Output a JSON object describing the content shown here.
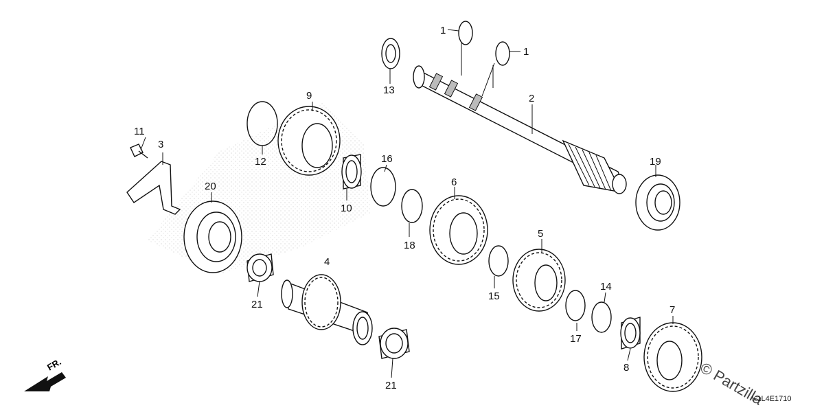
{
  "parts": [
    {
      "key": "p1a",
      "label": "1"
    },
    {
      "key": "p1b",
      "label": "1"
    },
    {
      "key": "p2",
      "label": "2"
    },
    {
      "key": "p3",
      "label": "3"
    },
    {
      "key": "p4",
      "label": "4"
    },
    {
      "key": "p5",
      "label": "5"
    },
    {
      "key": "p6",
      "label": "6"
    },
    {
      "key": "p7",
      "label": "7"
    },
    {
      "key": "p8",
      "label": "8"
    },
    {
      "key": "p9",
      "label": "9"
    },
    {
      "key": "p10",
      "label": "10"
    },
    {
      "key": "p11",
      "label": "11"
    },
    {
      "key": "p12",
      "label": "12"
    },
    {
      "key": "p13",
      "label": "13"
    },
    {
      "key": "p14",
      "label": "14"
    },
    {
      "key": "p15",
      "label": "15"
    },
    {
      "key": "p16",
      "label": "16"
    },
    {
      "key": "p17",
      "label": "17"
    },
    {
      "key": "p18",
      "label": "18"
    },
    {
      "key": "p19",
      "label": "19"
    },
    {
      "key": "p20",
      "label": "20"
    },
    {
      "key": "p21a",
      "label": "21"
    },
    {
      "key": "p21b",
      "label": "21"
    }
  ],
  "front_arrow": {
    "label": "FR."
  },
  "watermark": {
    "text": "© Partzilla"
  },
  "diagram_code": {
    "text": "K1L4E1710"
  }
}
